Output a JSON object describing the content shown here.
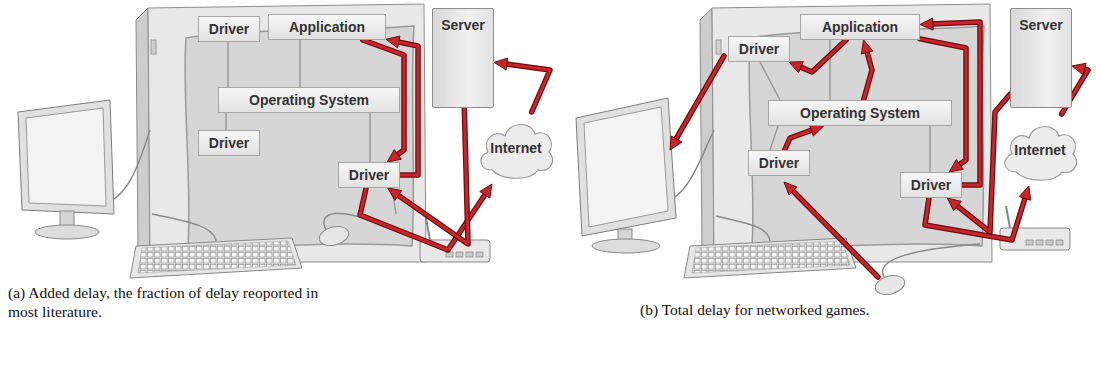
{
  "diagram": {
    "nodes": [
      {
        "text": [
          "Driver"
        ]
      },
      {
        "text": [
          "Application"
        ]
      },
      {
        "text": [
          "Operating System"
        ]
      },
      {
        "text": [
          "Driver"
        ]
      },
      {
        "text": [
          "Driver"
        ]
      },
      {
        "text": [
          "Server"
        ]
      },
      {
        "text": [
          "Internet"
        ]
      },
      {
        "text": [
          "Driver"
        ]
      },
      {
        "text": [
          "Application"
        ]
      },
      {
        "text": [
          "Operating System"
        ]
      },
      {
        "text": [
          "Driver"
        ]
      },
      {
        "text": [
          "Driver"
        ]
      },
      {
        "text": [
          "Server"
        ]
      },
      {
        "text": [
          "Internet"
        ]
      }
    ],
    "edges": [
      {
        "from": 1,
        "to": 4,
        "arrow": "to"
      },
      {
        "from": 4,
        "to": 6,
        "arrow": "to"
      },
      {
        "from": 6,
        "to": 5,
        "arrow": "to"
      },
      {
        "from": 5,
        "to": 4,
        "arrow": "to"
      },
      {
        "from": 4,
        "to": 1,
        "arrow": "to"
      },
      {
        "from": 10,
        "to": 9,
        "arrow": "to"
      },
      {
        "from": 9,
        "to": 8,
        "arrow": "to"
      },
      {
        "from": 8,
        "to": 11,
        "arrow": "to"
      },
      {
        "from": 11,
        "to": 13,
        "arrow": "to"
      },
      {
        "from": 13,
        "to": 12,
        "arrow": "to"
      },
      {
        "from": 12,
        "to": 11,
        "arrow": "to"
      },
      {
        "from": 11,
        "to": 8,
        "arrow": "to"
      },
      {
        "from": 8,
        "to": 7,
        "arrow": "to"
      }
    ],
    "labels": [
      "(a) Added delay, the fraction of delay reoported in most literature.",
      "(b) Total delay for networked games."
    ]
  }
}
